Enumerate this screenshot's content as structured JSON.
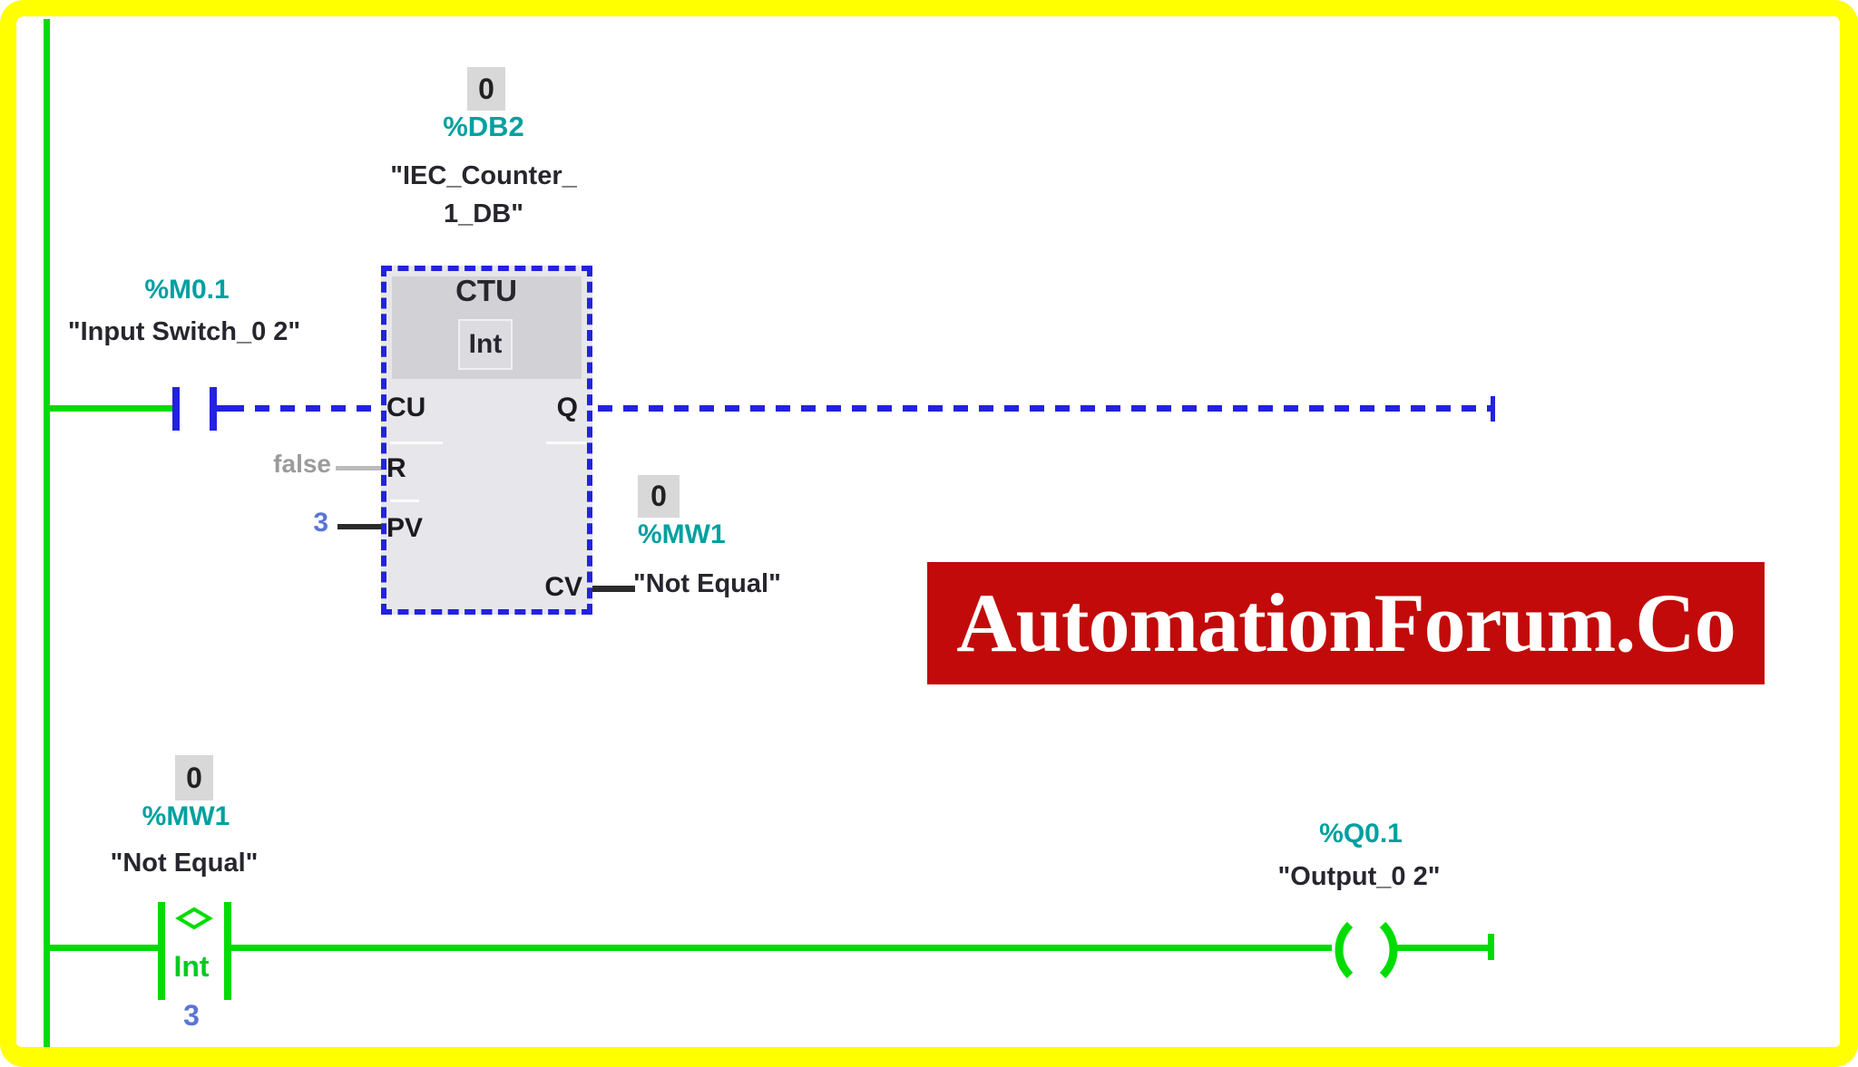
{
  "colors": {
    "frame_yellow": "#FFFF00",
    "rail_green": "#00DC00",
    "wire_blue": "#2322DE",
    "tag_teal": "#00A0A0",
    "operand_value_blue": "#5B74D6",
    "banner_red": "#C20A0A",
    "block_header_gray": "#D2D2D6",
    "block_body_gray": "#E7E7EB",
    "value_box_gray": "#D8D8D8",
    "muted_gray": "#9B9B9B"
  },
  "network1": {
    "input_contact": {
      "tag": "%M0.1",
      "name": "\"Input Switch_0 2\""
    },
    "counter": {
      "value": "0",
      "db_tag": "%DB2",
      "db_name_line1": "\"IEC_Counter_",
      "db_name_line2": "1_DB\"",
      "block_title": "CTU",
      "data_type": "Int",
      "pin_cu": "CU",
      "pin_r": "R",
      "pin_pv": "PV",
      "pin_q": "Q",
      "pin_cv": "CV",
      "r_operand": "false",
      "pv_operand": "3"
    },
    "cv_operand": {
      "value": "0",
      "tag": "%MW1",
      "name": "\"Not Equal\""
    }
  },
  "watermark": {
    "text": "AutomationForum.Co"
  },
  "network2": {
    "compare_contact": {
      "value": "0",
      "tag": "%MW1",
      "name": "\"Not Equal\"",
      "data_type": "Int",
      "compare_value": "3"
    },
    "output_coil": {
      "tag": "%Q0.1",
      "name": "\"Output_0 2\""
    }
  }
}
